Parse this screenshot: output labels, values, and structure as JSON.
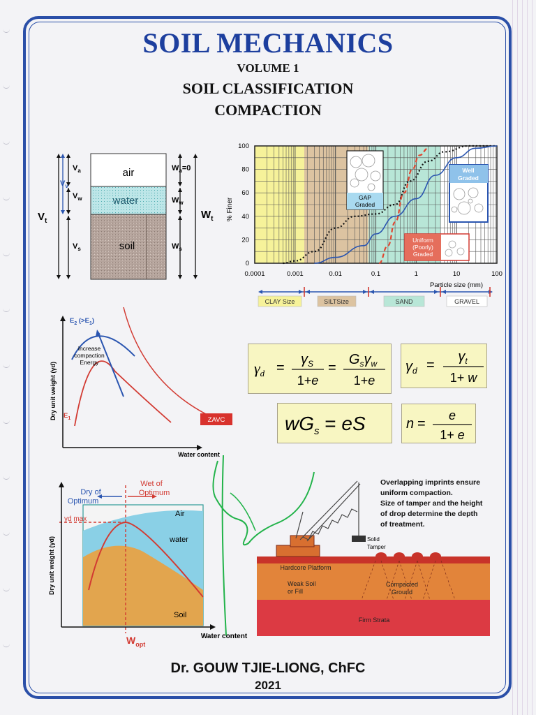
{
  "header": {
    "title": "SOIL MECHANICS",
    "volume": "VOLUME 1",
    "topic1": "SOIL CLASSIFICATION",
    "topic2": "COMPACTION"
  },
  "phase": {
    "Va": "V",
    "Va_sub": "a",
    "Vv": "V",
    "Vv_sub": "v",
    "Vw": "V",
    "Vw_sub": "w",
    "Vs": "V",
    "Vs_sub": "s",
    "Vt": "V",
    "Vt_sub": "t",
    "air": "air",
    "water": "water",
    "soil": "soil",
    "Wa": "W",
    "Wa_sub": "a",
    "Wa_eq": "=0",
    "Ww": "W",
    "Ww_sub": "w",
    "Ws": "W",
    "Ws_sub": "s",
    "Wt": "W",
    "Wt_sub": "t"
  },
  "grading": {
    "ylabel": "% Finer",
    "xlabel": "Particle size (mm)",
    "y_ticks": [
      "0",
      "20",
      "40",
      "60",
      "80",
      "100"
    ],
    "x_ticks": [
      "0.0001",
      "0.001",
      "0.01",
      "0.1",
      "1",
      "10",
      "100"
    ],
    "gap": "GAP\nGraded",
    "gap_l1": "GAP",
    "gap_l2": "Graded",
    "well_l1": "Well",
    "well_l2": "Graded",
    "uni_l1": "Uniform",
    "uni_l2": "(Poorly)",
    "uni_l3": "Graded",
    "bands": [
      "CLAY Size",
      "SILTSize",
      "SAND",
      "GRAVEL"
    ]
  },
  "compaction": {
    "e2": "E",
    "e2_sub": "2",
    "e2_rest": " (>E",
    "e2_sub2": "1",
    "e2_close": ")",
    "note1": "Increase",
    "note2": "compaction",
    "note3": "Energy",
    "e1": "E",
    "e1_sub": "1",
    "ylabel": "Dry unit weight (γd)",
    "xlabel": "Water content",
    "zavc": "ZAVC"
  },
  "formulas": {
    "f1": "γd = γS/(1+e) = GSγw/(1+e)",
    "f2": "γd = γt/(1+w)",
    "f3": "wGs = eS",
    "f4": "n = e/(1+e)"
  },
  "optimum": {
    "dry": "Dry of",
    "dry2": "Optimum",
    "wet": "Wet of",
    "wet2": "Optimum",
    "gamma": "γd max",
    "air": "Air",
    "water": "water",
    "soil": "Soil",
    "ylabel": "Dry unit weight (γd)",
    "xlabel": "Water content",
    "wopt": "W",
    "wopt_sub": "opt"
  },
  "tamping": {
    "caption1": "Overlapping imprints ensure",
    "caption2": "uniform compaction.",
    "caption3": "Size of tamper and the height",
    "caption4": "of drop determine the depth",
    "caption5": "of treatment.",
    "tamper1": "Solid",
    "tamper2": "Tamper",
    "platform": "Hardcore Platform",
    "weak1": "Weak Soil",
    "weak2": "or Fill",
    "comp1": "Compacted",
    "comp2": "Ground",
    "firm": "Firm Strata"
  },
  "footer": {
    "author": "Dr. GOUW TJIE-LIONG, ChFC",
    "year": "2021"
  },
  "colors": {
    "frame": "#2a4fa8",
    "title": "#1d3f9e",
    "red": "#d23a32",
    "blue": "#2a55b0"
  },
  "chart_data": {
    "type": "line",
    "title": "",
    "xlabel": "Particle size (mm)",
    "ylabel": "% Finer",
    "x_scale": "log",
    "xlim": [
      0.0001,
      100
    ],
    "ylim": [
      0,
      100
    ],
    "series": [
      {
        "x": [
          0.0005,
          0.001,
          0.003,
          0.01,
          0.03,
          0.1,
          0.3,
          0.7,
          2,
          5,
          20,
          100
        ],
        "y": [
          0,
          2,
          10,
          30,
          40,
          42,
          50,
          70,
          87,
          95,
          100,
          100
        ]
      },
      {
        "x": [
          0.003,
          0.01,
          0.05,
          0.1,
          0.3,
          1,
          3,
          10,
          30,
          100
        ],
        "y": [
          0,
          5,
          15,
          25,
          40,
          55,
          75,
          90,
          98,
          100
        ]
      },
      {
        "x": [
          0.12,
          0.2,
          0.3,
          0.5,
          0.8,
          1.2,
          2
        ],
        "y": [
          0,
          15,
          35,
          60,
          80,
          92,
          98
        ]
      }
    ]
  }
}
